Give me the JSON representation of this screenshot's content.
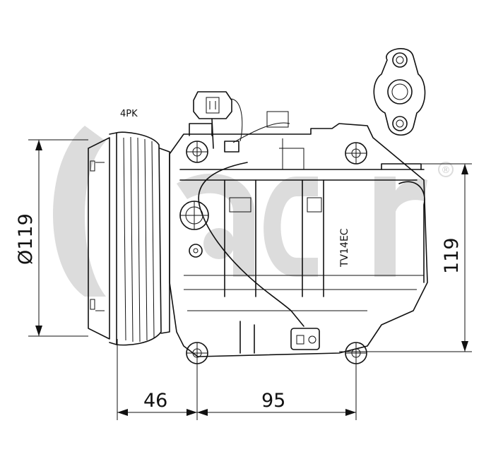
{
  "labels": {
    "belt": "4PK",
    "model": "TV14EC"
  },
  "dimensions": {
    "pulley_diameter": "Ø119",
    "offset": "46",
    "length": "95",
    "height": "119"
  },
  "watermark": {
    "mark": "®",
    "color": "#dcdcdc"
  },
  "colors": {
    "line": "#111111",
    "background": "#ffffff"
  }
}
